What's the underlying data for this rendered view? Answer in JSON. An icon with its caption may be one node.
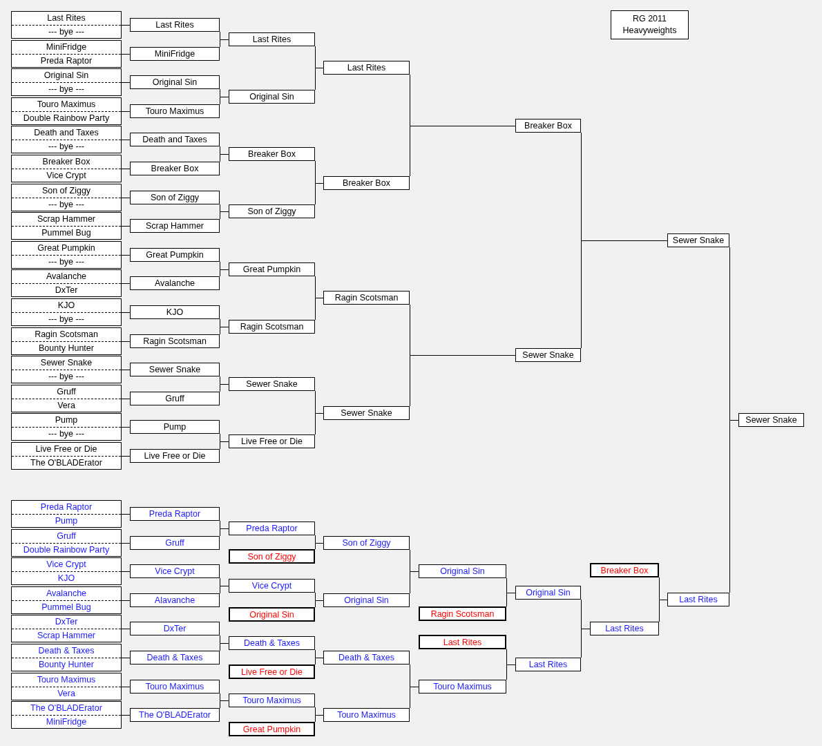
{
  "diagram": {
    "nodes": [
      {
        "text": [
          "RG 2011 Heavyweights"
        ]
      },
      {
        "text": [
          "Last Rites",
          "--- bye ---"
        ]
      },
      {
        "text": [
          "MiniFridge",
          "Preda Raptor"
        ]
      },
      {
        "text": [
          "Original Sin",
          "--- bye ---"
        ]
      },
      {
        "text": [
          "Touro Maximus",
          "Double Rainbow Party"
        ]
      },
      {
        "text": [
          "Death and Taxes",
          "--- bye ---"
        ]
      },
      {
        "text": [
          "Breaker Box",
          "Vice Crypt"
        ]
      },
      {
        "text": [
          "Son of Ziggy",
          "--- bye ---"
        ]
      },
      {
        "text": [
          "Scrap Hammer",
          "Pummel Bug"
        ]
      },
      {
        "text": [
          "Great Pumpkin",
          "--- bye ---"
        ]
      },
      {
        "text": [
          "Avalanche",
          "DxTer"
        ]
      },
      {
        "text": [
          "KJO",
          "--- bye ---"
        ]
      },
      {
        "text": [
          "Ragin Scotsman",
          "Bounty Hunter"
        ]
      },
      {
        "text": [
          "Sewer Snake",
          "--- bye ---"
        ]
      },
      {
        "text": [
          "Gruff",
          "Vera"
        ]
      },
      {
        "text": [
          "Pump",
          "--- bye ---"
        ]
      },
      {
        "text": [
          "Live Free or Die",
          "The O'BLADErator"
        ]
      },
      {
        "text": [
          "Last Rites"
        ]
      },
      {
        "text": [
          "MiniFridge"
        ]
      },
      {
        "text": [
          "Original Sin"
        ]
      },
      {
        "text": [
          "Touro Maximus"
        ]
      },
      {
        "text": [
          "Death and Taxes"
        ]
      },
      {
        "text": [
          "Breaker Box"
        ]
      },
      {
        "text": [
          "Son of Ziggy"
        ]
      },
      {
        "text": [
          "Scrap Hammer"
        ]
      },
      {
        "text": [
          "Great Pumpkin"
        ]
      },
      {
        "text": [
          "Avalanche"
        ]
      },
      {
        "text": [
          "KJO"
        ]
      },
      {
        "text": [
          "Ragin Scotsman"
        ]
      },
      {
        "text": [
          "Sewer Snake"
        ]
      },
      {
        "text": [
          "Gruff"
        ]
      },
      {
        "text": [
          "Pump"
        ]
      },
      {
        "text": [
          "Live Free or Die"
        ]
      },
      {
        "text": [
          "Last Rites"
        ]
      },
      {
        "text": [
          "Original Sin"
        ]
      },
      {
        "text": [
          "Breaker Box"
        ]
      },
      {
        "text": [
          "Son of Ziggy"
        ]
      },
      {
        "text": [
          "Great Pumpkin"
        ]
      },
      {
        "text": [
          "Ragin Scotsman"
        ]
      },
      {
        "text": [
          "Sewer Snake"
        ]
      },
      {
        "text": [
          "Live Free or Die"
        ]
      },
      {
        "text": [
          "Last Rites"
        ]
      },
      {
        "text": [
          "Breaker Box"
        ]
      },
      {
        "text": [
          "Ragin Scotsman"
        ]
      },
      {
        "text": [
          "Sewer Snake"
        ]
      },
      {
        "text": [
          "Breaker Box"
        ]
      },
      {
        "text": [
          "Sewer Snake"
        ]
      },
      {
        "text": [
          "Sewer Snake"
        ]
      },
      {
        "text": [
          "Preda Raptor",
          "Pump"
        ]
      },
      {
        "text": [
          "Gruff",
          "Double Rainbow Party"
        ]
      },
      {
        "text": [
          "Vice Crypt",
          "KJO"
        ]
      },
      {
        "text": [
          "Avalanche",
          "Pummel Bug"
        ]
      },
      {
        "text": [
          "DxTer",
          "Scrap Hammer"
        ]
      },
      {
        "text": [
          "Death & Taxes",
          "Bounty Hunter"
        ]
      },
      {
        "text": [
          "Touro Maximus",
          "Vera"
        ]
      },
      {
        "text": [
          "The O'BLADErator",
          "MiniFridge"
        ]
      },
      {
        "text": [
          "Preda Raptor"
        ]
      },
      {
        "text": [
          "Gruff"
        ]
      },
      {
        "text": [
          "Vice Crypt"
        ]
      },
      {
        "text": [
          "Alavanche"
        ]
      },
      {
        "text": [
          "DxTer"
        ]
      },
      {
        "text": [
          "Death & Taxes"
        ]
      },
      {
        "text": [
          "Touro Maximus"
        ]
      },
      {
        "text": [
          "The O'BLADErator"
        ]
      },
      {
        "text": [
          "Preda Raptor"
        ]
      },
      {
        "text": [
          "Son of Ziggy"
        ]
      },
      {
        "text": [
          "Vice Crypt"
        ]
      },
      {
        "text": [
          "Original Sin"
        ]
      },
      {
        "text": [
          "Death & Taxes"
        ]
      },
      {
        "text": [
          "Live Free or Die"
        ]
      },
      {
        "text": [
          "Touro Maximus"
        ]
      },
      {
        "text": [
          "Great Pumpkin"
        ]
      },
      {
        "text": [
          "Son of Ziggy"
        ]
      },
      {
        "text": [
          "Original Sin"
        ]
      },
      {
        "text": [
          "Death & Taxes"
        ]
      },
      {
        "text": [
          "Touro Maximus"
        ]
      },
      {
        "text": [
          "Original Sin"
        ]
      },
      {
        "text": [
          "Ragin Scotsman"
        ]
      },
      {
        "text": [
          "Last Rites"
        ]
      },
      {
        "text": [
          "Touro Maximus"
        ]
      },
      {
        "text": [
          "Original Sin"
        ]
      },
      {
        "text": [
          "Last Rites"
        ]
      },
      {
        "text": [
          "Breaker Box"
        ]
      },
      {
        "text": [
          "Last Rites"
        ]
      },
      {
        "text": [
          "Last Rites"
        ]
      },
      {
        "text": [
          "Sewer Snake"
        ]
      }
    ],
    "edges": [
      {
        "from": 1,
        "to": 17,
        "arrow": "none"
      },
      {
        "from": 2,
        "to": 18,
        "arrow": "none"
      },
      {
        "from": 3,
        "to": 19,
        "arrow": "none"
      },
      {
        "from": 4,
        "to": 20,
        "arrow": "none"
      },
      {
        "from": 5,
        "to": 21,
        "arrow": "none"
      },
      {
        "from": 6,
        "to": 22,
        "arrow": "none"
      },
      {
        "from": 7,
        "to": 23,
        "arrow": "none"
      },
      {
        "from": 8,
        "to": 24,
        "arrow": "none"
      },
      {
        "from": 9,
        "to": 25,
        "arrow": "none"
      },
      {
        "from": 10,
        "to": 26,
        "arrow": "none"
      },
      {
        "from": 11,
        "to": 27,
        "arrow": "none"
      },
      {
        "from": 12,
        "to": 28,
        "arrow": "none"
      },
      {
        "from": 13,
        "to": 29,
        "arrow": "none"
      },
      {
        "from": 14,
        "to": 30,
        "arrow": "none"
      },
      {
        "from": 15,
        "to": 31,
        "arrow": "none"
      },
      {
        "from": 16,
        "to": 32,
        "arrow": "none"
      },
      {
        "from": 17,
        "to": 33,
        "arrow": "none"
      },
      {
        "from": 18,
        "to": 33,
        "arrow": "none"
      },
      {
        "from": 19,
        "to": 34,
        "arrow": "none"
      },
      {
        "from": 20,
        "to": 34,
        "arrow": "none"
      },
      {
        "from": 21,
        "to": 35,
        "arrow": "none"
      },
      {
        "from": 22,
        "to": 35,
        "arrow": "none"
      },
      {
        "from": 23,
        "to": 36,
        "arrow": "none"
      },
      {
        "from": 24,
        "to": 36,
        "arrow": "none"
      },
      {
        "from": 25,
        "to": 37,
        "arrow": "none"
      },
      {
        "from": 26,
        "to": 37,
        "arrow": "none"
      },
      {
        "from": 27,
        "to": 38,
        "arrow": "none"
      },
      {
        "from": 28,
        "to": 38,
        "arrow": "none"
      },
      {
        "from": 29,
        "to": 39,
        "arrow": "none"
      },
      {
        "from": 30,
        "to": 39,
        "arrow": "none"
      },
      {
        "from": 31,
        "to": 40,
        "arrow": "none"
      },
      {
        "from": 32,
        "to": 40,
        "arrow": "none"
      },
      {
        "from": 33,
        "to": 41,
        "arrow": "none"
      },
      {
        "from": 34,
        "to": 41,
        "arrow": "none"
      },
      {
        "from": 35,
        "to": 42,
        "arrow": "none"
      },
      {
        "from": 36,
        "to": 42,
        "arrow": "none"
      },
      {
        "from": 37,
        "to": 43,
        "arrow": "none"
      },
      {
        "from": 38,
        "to": 43,
        "arrow": "none"
      },
      {
        "from": 39,
        "to": 44,
        "arrow": "none"
      },
      {
        "from": 40,
        "to": 44,
        "arrow": "none"
      },
      {
        "from": 41,
        "to": 45,
        "arrow": "none"
      },
      {
        "from": 42,
        "to": 45,
        "arrow": "none"
      },
      {
        "from": 43,
        "to": 46,
        "arrow": "none"
      },
      {
        "from": 44,
        "to": 46,
        "arrow": "none"
      },
      {
        "from": 45,
        "to": 47,
        "arrow": "none"
      },
      {
        "from": 46,
        "to": 47,
        "arrow": "none"
      },
      {
        "from": 47,
        "to": 85,
        "arrow": "none"
      },
      {
        "from": 84,
        "to": 85,
        "arrow": "none"
      },
      {
        "from": 48,
        "to": 56,
        "arrow": "none"
      },
      {
        "from": 49,
        "to": 57,
        "arrow": "none"
      },
      {
        "from": 50,
        "to": 58,
        "arrow": "none"
      },
      {
        "from": 51,
        "to": 59,
        "arrow": "none"
      },
      {
        "from": 52,
        "to": 60,
        "arrow": "none"
      },
      {
        "from": 53,
        "to": 61,
        "arrow": "none"
      },
      {
        "from": 54,
        "to": 62,
        "arrow": "none"
      },
      {
        "from": 55,
        "to": 63,
        "arrow": "none"
      },
      {
        "from": 56,
        "to": 64,
        "arrow": "none"
      },
      {
        "from": 57,
        "to": 64,
        "arrow": "none"
      },
      {
        "from": 58,
        "to": 66,
        "arrow": "none"
      },
      {
        "from": 59,
        "to": 66,
        "arrow": "none"
      },
      {
        "from": 60,
        "to": 68,
        "arrow": "none"
      },
      {
        "from": 61,
        "to": 68,
        "arrow": "none"
      },
      {
        "from": 62,
        "to": 70,
        "arrow": "none"
      },
      {
        "from": 63,
        "to": 70,
        "arrow": "none"
      },
      {
        "from": 64,
        "to": 72,
        "arrow": "none"
      },
      {
        "from": 65,
        "to": 72,
        "arrow": "none"
      },
      {
        "from": 66,
        "to": 73,
        "arrow": "none"
      },
      {
        "from": 67,
        "to": 73,
        "arrow": "none"
      },
      {
        "from": 68,
        "to": 74,
        "arrow": "none"
      },
      {
        "from": 69,
        "to": 74,
        "arrow": "none"
      },
      {
        "from": 70,
        "to": 75,
        "arrow": "none"
      },
      {
        "from": 71,
        "to": 75,
        "arrow": "none"
      },
      {
        "from": 72,
        "to": 76,
        "arrow": "none"
      },
      {
        "from": 73,
        "to": 76,
        "arrow": "none"
      },
      {
        "from": 74,
        "to": 79,
        "arrow": "none"
      },
      {
        "from": 75,
        "to": 79,
        "arrow": "none"
      },
      {
        "from": 76,
        "to": 80,
        "arrow": "none"
      },
      {
        "from": 77,
        "to": 80,
        "arrow": "none"
      },
      {
        "from": 78,
        "to": 81,
        "arrow": "none"
      },
      {
        "from": 79,
        "to": 81,
        "arrow": "none"
      },
      {
        "from": 80,
        "to": 83,
        "arrow": "none"
      },
      {
        "from": 81,
        "to": 83,
        "arrow": "none"
      },
      {
        "from": 82,
        "to": 84,
        "arrow": "none"
      },
      {
        "from": 83,
        "to": 84,
        "arrow": "none"
      }
    ]
  }
}
